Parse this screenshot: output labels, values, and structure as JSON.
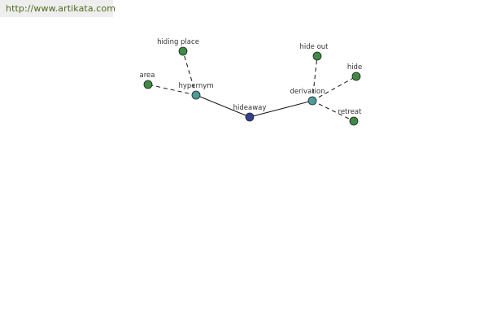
{
  "header": {
    "url": "http://www.artikata.com"
  },
  "colors": {
    "root": "#33428f",
    "relation": "#4f9a9a",
    "leaf": "#3f8a45"
  },
  "graph": {
    "root": {
      "id": "hideaway",
      "label": "hideaway"
    },
    "relations": [
      {
        "id": "hypernym",
        "label": "hypernym",
        "children": [
          {
            "id": "hiding-place",
            "label": "hiding place"
          },
          {
            "id": "area",
            "label": "area"
          }
        ]
      },
      {
        "id": "derivation",
        "label": "derivation",
        "children": [
          {
            "id": "hide-out",
            "label": "hide out"
          },
          {
            "id": "hide",
            "label": "hide"
          },
          {
            "id": "retreat",
            "label": "retreat"
          }
        ]
      }
    ]
  }
}
